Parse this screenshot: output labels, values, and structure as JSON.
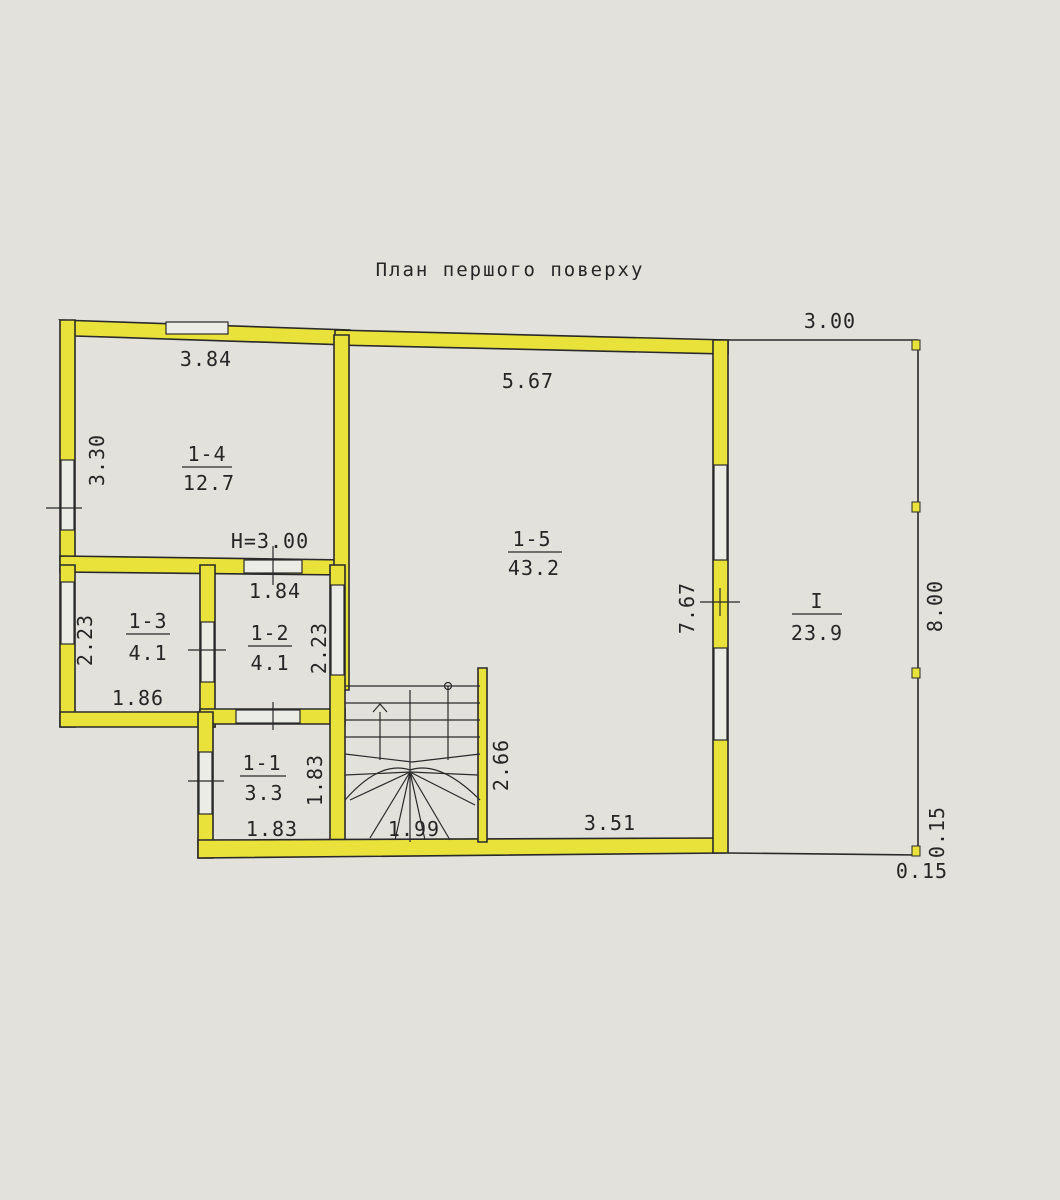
{
  "title": "План першого поверху",
  "colors": {
    "paper": "#e2e1dc",
    "wall_fill": "#e8e23a",
    "line": "#2a2a2a"
  },
  "rooms": [
    {
      "id": "1-4",
      "area": "12.7"
    },
    {
      "id": "1-5",
      "area": "43.2"
    },
    {
      "id": "1-3",
      "area": "4.1"
    },
    {
      "id": "1-2",
      "area": "4.1"
    },
    {
      "id": "1-1",
      "area": "3.3"
    },
    {
      "id": "I",
      "area": "23.9"
    }
  ],
  "dimensions": {
    "d_3_84": "3.84",
    "d_3_30": "3.30",
    "height": "H=3.00",
    "d_5_67": "5.67",
    "d_3_00": "3.00",
    "d_1_84": "1.84",
    "d_2_23_a": "2.23",
    "d_2_23_b": "2.23",
    "d_1_86": "1.86",
    "d_7_67": "7.67",
    "d_8_00": "8.00",
    "d_2_66": "2.66",
    "d_1_83_a": "1.83",
    "d_1_83_b": "1.83",
    "d_1_99": "1.99",
    "d_3_51": "3.51",
    "d_0_15_a": "0.15",
    "d_0_15_b": "0.15"
  }
}
